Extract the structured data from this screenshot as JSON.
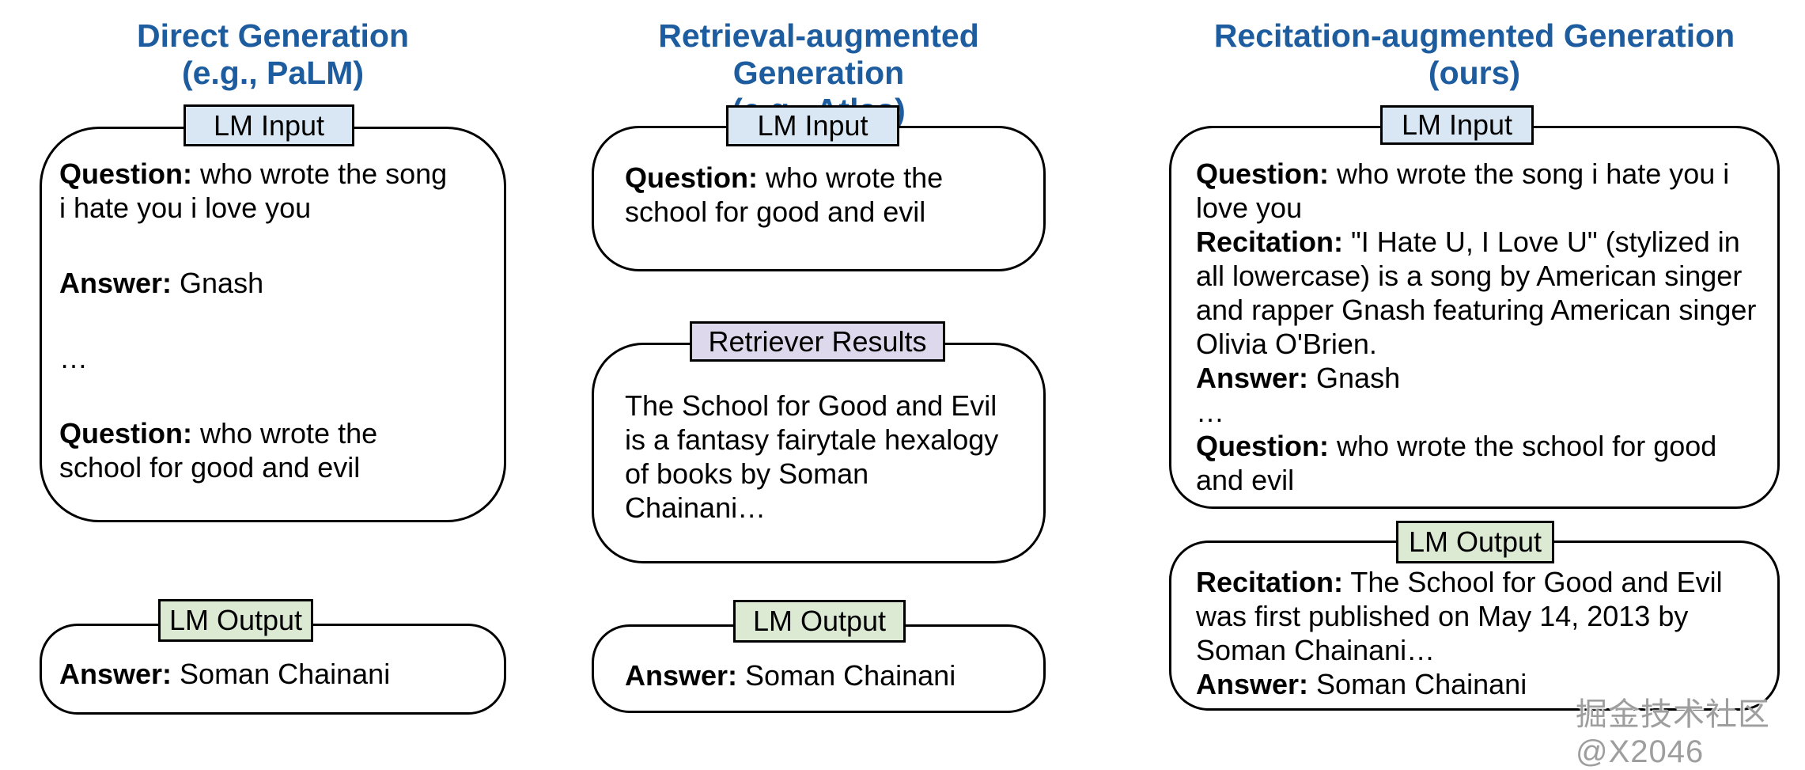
{
  "colors": {
    "title_blue": "#1d5c9e",
    "input_label_bg": "#d9e7f5",
    "output_label_bg": "#dcead4",
    "retriever_label_bg": "#ded8ec",
    "box_border": "#000000",
    "watermark_gray": "#9e9e9e"
  },
  "watermark": "掘金技术社区 @X2046",
  "columns": [
    {
      "title_line1": "Direct Generation",
      "title_line2": "(e.g., PaLM)",
      "input_label": "LM Input",
      "output_label": "LM Output",
      "input_paras": [
        {
          "label": "Question:",
          "text": " who wrote the song\ni hate you i love you"
        },
        {
          "label": "Answer:",
          "text": " Gnash"
        },
        {
          "label": "",
          "text": "…"
        },
        {
          "label": "Question:",
          "text": " who wrote the\nschool for good and evil"
        }
      ],
      "output_segs": [
        {
          "label": "Answer:",
          "text": " Soman Chainani"
        }
      ]
    },
    {
      "title_line1": "Retrieval-augmented Generation",
      "title_line2": "(e.g., Atlas)",
      "input_label": "LM Input",
      "retriever_label": "Retriever Results",
      "output_label": "LM Output",
      "input_paras": [
        {
          "label": "Question:",
          "text": " who wrote the\nschool for good and evil"
        }
      ],
      "retriever_text": "The School for Good and Evil\nis a fantasy fairytale hexalogy\nof books by Soman\nChainani…",
      "output_segs": [
        {
          "label": "Answer:",
          "text": " Soman Chainani"
        }
      ]
    },
    {
      "title_line1": "Recitation-augmented Generation",
      "title_line2": "(ours)",
      "input_label": "LM Input",
      "output_label": "LM Output",
      "input_segs": [
        {
          "label": "Question:",
          "text": " who wrote the song i hate you i\nlove you\n"
        },
        {
          "label": "Recitation:",
          "text": " \"I Hate U, I Love U\" (stylized in\nall lowercase) is a song by American singer\nand rapper Gnash featuring American singer\nOlivia O'Brien.\n"
        },
        {
          "label": "Answer:",
          "text": " Gnash\n"
        },
        {
          "label": "",
          "text": "…\n"
        },
        {
          "label": "Question:",
          "text": " who wrote the school for good\nand evil"
        }
      ],
      "output_segs": [
        {
          "label": "Recitation:",
          "text": " The School for Good and Evil\nwas first published on May 14, 2013 by\nSoman Chainani…\n"
        },
        {
          "label": "Answer:",
          "text": " Soman Chainani"
        }
      ]
    }
  ]
}
